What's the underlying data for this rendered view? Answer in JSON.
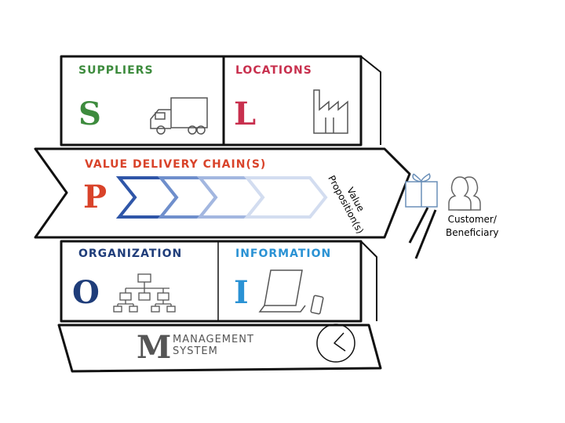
{
  "sections": {
    "suppliers": {
      "label": "SUPPLIERS",
      "letter": "S",
      "color": "#3d8b3d"
    },
    "locations": {
      "label": "LOCATIONS",
      "letter": "L",
      "color": "#c8304e"
    },
    "value_chain": {
      "label": "VALUE DELIVERY CHAIN(S)",
      "letter": "P",
      "color": "#d9432a"
    },
    "organization": {
      "label": "ORGANIZATION",
      "letter": "O",
      "color": "#1f3d7a"
    },
    "information": {
      "label": "INFORMATION",
      "letter": "I",
      "color": "#2a92d4"
    },
    "management": {
      "label_line1": "MANAGEMENT",
      "label_line2": "SYSTEM",
      "letter": "M",
      "color": "#555555"
    }
  },
  "value_proposition": {
    "line1": "Value",
    "line2": "Proposition(s)"
  },
  "customer": {
    "line1": "Customer/",
    "line2": "Beneficiary"
  },
  "chevron_colors": [
    "#2f56a8",
    "#6f8fcc",
    "#a3b7e0",
    "#d3ddf0"
  ]
}
